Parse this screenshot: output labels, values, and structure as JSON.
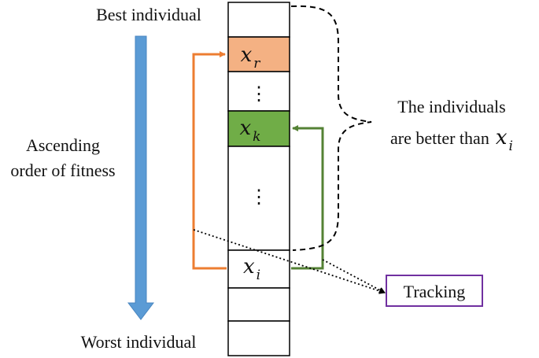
{
  "labels": {
    "best": "Best individual",
    "worst": "Worst individual",
    "ascending_line1": "Ascending",
    "ascending_line2": "order of fitness",
    "better_line1": "The individuals",
    "better_line2": "are better than",
    "tracking": "Tracking"
  },
  "cells": {
    "xr": {
      "var": "x",
      "sub": "r"
    },
    "xk": {
      "var": "x",
      "sub": "k"
    },
    "xi": {
      "var": "x",
      "sub": "i"
    },
    "ellipsis": "⋮"
  },
  "inline_var": {
    "var": "x",
    "sub": "i"
  },
  "colors": {
    "arrow_blue": "#5b9bd5",
    "xr_fill": "#f4b183",
    "xk_fill": "#70ad47",
    "orange_line": "#ed7d31",
    "green_line": "#548235",
    "tracking_border": "#7030a0",
    "stroke": "#000000"
  }
}
